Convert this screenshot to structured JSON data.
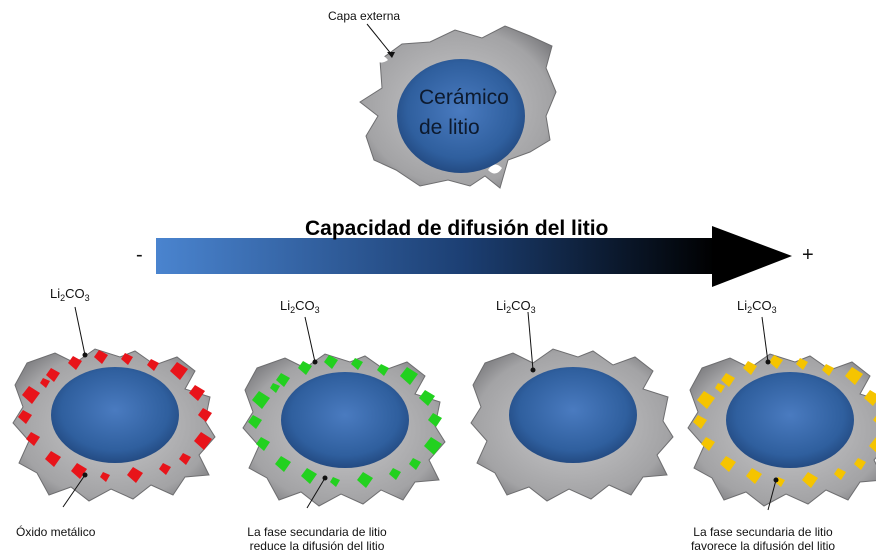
{
  "top_particle": {
    "outer_label": "Capa externa",
    "core_line1": "Cerámico",
    "core_line2": "de litio"
  },
  "arrow": {
    "title": "Capacidad de difusión del litio",
    "minus": "-",
    "plus": "+"
  },
  "particles": [
    {
      "li_base": "Li",
      "li_sub1": "2",
      "li_mid": "CO",
      "li_sub2": "3",
      "bottom_line1": "Óxido metálico",
      "bottom_line2": "",
      "inclusion_color": "#e8141a"
    },
    {
      "li_base": "Li",
      "li_sub1": "2",
      "li_mid": "CO",
      "li_sub2": "3",
      "bottom_line1": "La fase secundaria de litio",
      "bottom_line2": "reduce la difusión del litio",
      "inclusion_color": "#22d11f"
    },
    {
      "li_base": "Li",
      "li_sub1": "2",
      "li_mid": "CO",
      "li_sub2": "3",
      "bottom_line1": "",
      "bottom_line2": "",
      "inclusion_color": ""
    },
    {
      "li_base": "Li",
      "li_sub1": "2",
      "li_mid": "CO",
      "li_sub2": "3",
      "bottom_line1": "La fase secundaria de litio",
      "bottom_line2": "favorece la difusión del litio",
      "inclusion_color": "#f5c400"
    }
  ],
  "colors": {
    "shell": "#a9a9ab",
    "core": "#2f5f9e",
    "arrow_start": "#4a84cf",
    "arrow_end": "#000000"
  }
}
